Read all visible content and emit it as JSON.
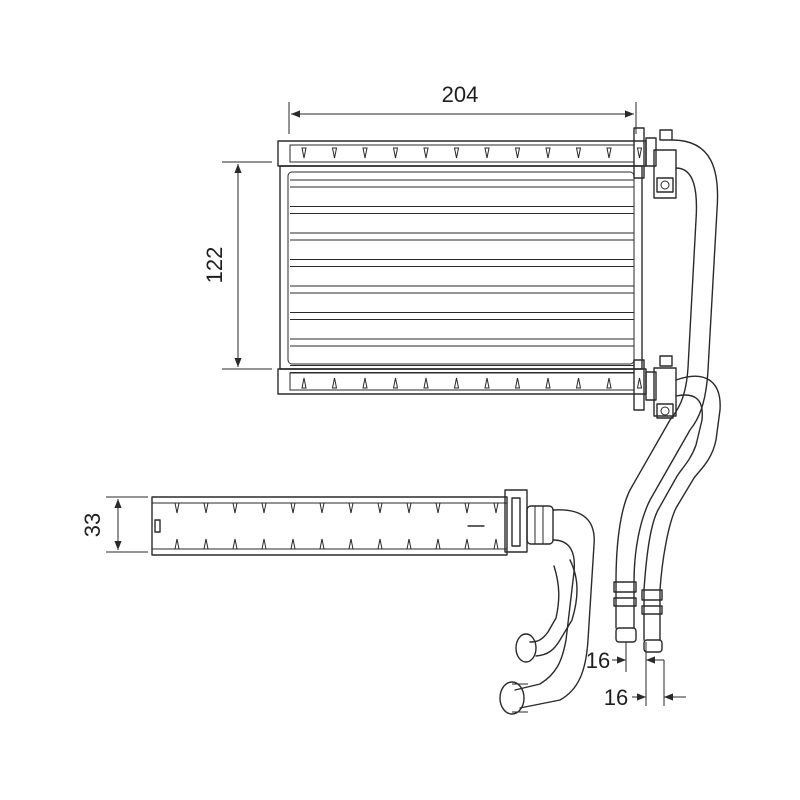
{
  "diagram": {
    "subject": "heater core technical drawing",
    "dimensions": {
      "width_top": "204",
      "height_front": "122",
      "depth_side": "33",
      "pipe_a": "16",
      "pipe_b": "16"
    },
    "colors": {
      "line": "#2a2a2a",
      "background": "#ffffff"
    }
  }
}
